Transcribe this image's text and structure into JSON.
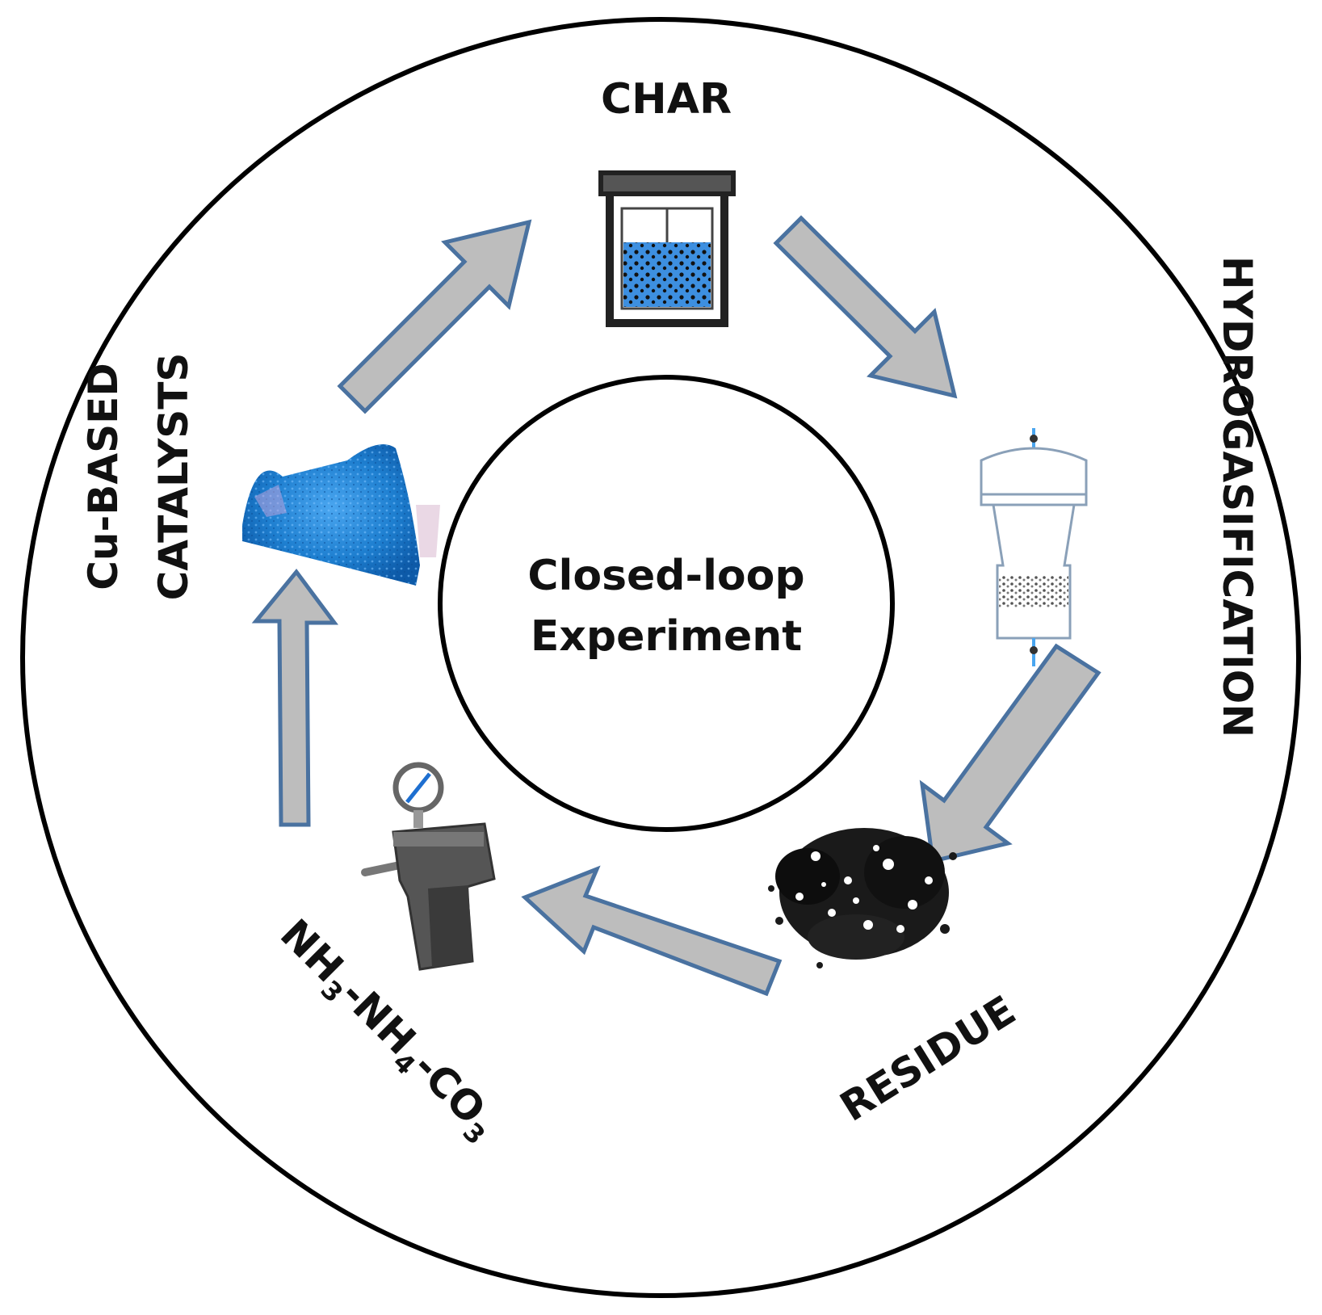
{
  "diagram": {
    "center": {
      "line1": "Closed-loop",
      "line2": "Experiment"
    },
    "stages": {
      "char": "CHAR",
      "hydrogasification": "HYDROGASIFICATION",
      "residue": "RESIDUE",
      "nh3": {
        "a": "NH",
        "a_sub": "3",
        "b": "-NH",
        "b_sub": "4",
        "c": "-CO",
        "c_sub": "3"
      },
      "catalyst": {
        "line1": "Cu-BASED",
        "line2": "CATALYSTS"
      }
    },
    "colors": {
      "arrow_fill": "#bdbdbd",
      "arrow_stroke": "#4a72a0",
      "catalyst_blue": "#1e7fd0",
      "liquid_blue": "#3d8fe0"
    },
    "icons": [
      "beaker-icon",
      "reactor-icon",
      "residue-pile-icon",
      "pressure-vessel-icon",
      "catalyst-powder-icon"
    ]
  }
}
